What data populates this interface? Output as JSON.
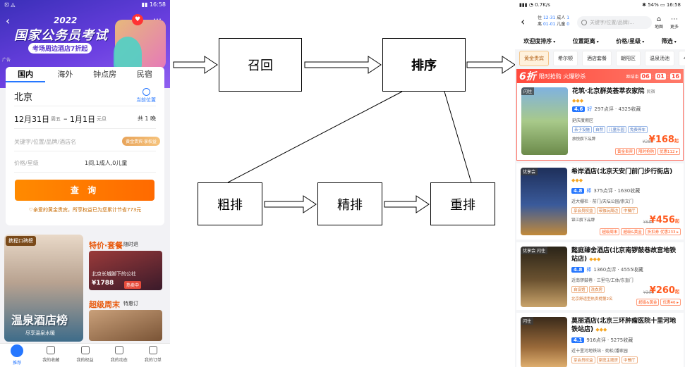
{
  "left_phone": {
    "status_left": "⊡ ◬",
    "status_right": "▮▮ 16:58",
    "back_icon": "‹",
    "banner_year": "2022",
    "banner_title": "国家公务员考试",
    "banner_subtitle": "考场周边酒店7折起",
    "ad_label": "广告",
    "tabs": [
      "国内",
      "海外",
      "钟点房",
      "民宿"
    ],
    "city": "北京",
    "locate_label": "当前位置",
    "date_start": "12月31日",
    "date_start_day": "周五",
    "date_sep": "–",
    "date_end": "1月1日",
    "date_end_day": "元旦",
    "nights": "共 1 晚",
    "keyword_placeholder": "关键字/位置/品牌/酒店名",
    "keyword_badge": "黄金贵宾·享权益",
    "price_placeholder": "价格/星级",
    "guests": "1间,1成人,0儿童",
    "search_button": "查 询",
    "gold_note": "♡亲爱的黄金贵宾，所享权益已为您累计节省773元",
    "rank_tag": "携程口碑榜",
    "hot_spring_title": "温泉酒店榜",
    "hot_spring_sub": "尽享温泉水暖",
    "deal_title": "特价·套餐",
    "deal_sub": "随时退",
    "deal_caption": "北京长城脚下的公社",
    "deal_price": "¥1788",
    "deal_badge": "热卖中",
    "weekend_title": "超级周末",
    "weekend_sub": "特惠订",
    "nav": [
      "推荐",
      "我的收藏",
      "我的权益",
      "我的动态",
      "我的订单"
    ]
  },
  "flow": {
    "recall": "召回",
    "ranking": "排序",
    "coarse": "粗排",
    "fine": "精排",
    "rerank": "重排"
  },
  "right_phone": {
    "status_left": "▮▮▮ ◔ 0.7K/s",
    "status_right": "✱ 54% ▭ 16:58",
    "back_icon": "‹",
    "date_in_label": "住",
    "date_in": "12-31",
    "date_out_label": "离",
    "date_out": "01-01",
    "adult_label": "成人",
    "adult_count": "1",
    "child_label": "儿童",
    "child_count": "0",
    "search_placeholder": "关键字/位置/品牌/...",
    "map_label": "地图",
    "more_label": "更多",
    "filters": [
      "欢迎度排序",
      "位置距离",
      "价格/星级",
      "筛选"
    ],
    "chips": [
      "黄金贵宾",
      "希尔顿",
      "酒店套餐",
      "朝阳区",
      "温泉汤池",
      "4.5分"
    ],
    "flash_num": "6折",
    "flash_text": "限时抢购",
    "flash_hot": "火爆秒杀",
    "flash_end": "距结束",
    "flash_h": "06",
    "flash_m": "01",
    "flash_s": "16",
    "hotels": [
      {
        "photo_tag": "闪住",
        "name": "花筑·北京群英荟萃农家院",
        "type": "民宿",
        "stars": "◆◆◆",
        "score": "4.6",
        "score_word": "好",
        "reviews": "297点评 · 4325收藏",
        "loc": "延庆度假区",
        "tags": [
          "亲子设施",
          "自然",
          "儿童乐园",
          "免费停车"
        ],
        "note": "旅悦旗下品牌",
        "old_price": "¥280",
        "price": "¥168",
        "promos": [
          "黄金贵宾",
          "限时抢购",
          "优惠112 ▸"
        ]
      },
      {
        "photo_tag": "优享会",
        "name": "希岸酒店(北京天安门前门步行街店)",
        "type": "",
        "stars": "◆◆◆",
        "score": "4.8",
        "score_word": "棒",
        "reviews": "375点评 · 1630收藏",
        "loc": "近大栅栏 · 前门/天坛公园/崇文门",
        "tags": [
          "享会员权益",
          "带独玩周边",
          "中餐厅"
        ],
        "note": "锦江旗下品牌",
        "old_price": "¥689",
        "price": "¥456",
        "promos": [
          "超级周末",
          "超级&黄金",
          "折扣券 优惠233 ▸"
        ]
      },
      {
        "photo_tag": "优享会 闪住",
        "name": "懿庭臻舍酒店(北京南锣鼓巷故宫地铁站店)",
        "type": "",
        "stars": "◆◆◆",
        "score": "4.8",
        "score_word": "棒",
        "reviews": "1360点评 · 4555收藏",
        "loc": "近南锣鼓巷 · 三里屯/工体/东直门",
        "tags": [
          "自设馆",
          "洗衣房"
        ],
        "note": "北京舒适型热卖榜第2名",
        "old_price": "¥306",
        "price": "¥260",
        "promos": [
          "超级&黄金",
          "优惠46 ▸"
        ]
      },
      {
        "photo_tag": "闪住",
        "name": "莫丽酒店(北京三环肿瘤医院十里河地铁站店)",
        "type": "",
        "stars": "◆◆◆",
        "score": "4.1",
        "score_word": "",
        "reviews": "916点评 · 5275收藏",
        "loc": "近十里河地铁站 · 劲松/潘家园",
        "tags": [
          "享会员权益",
          "家庭主题房",
          "中餐厅"
        ],
        "note": "",
        "old_price": "",
        "price": "",
        "promos": []
      }
    ]
  }
}
